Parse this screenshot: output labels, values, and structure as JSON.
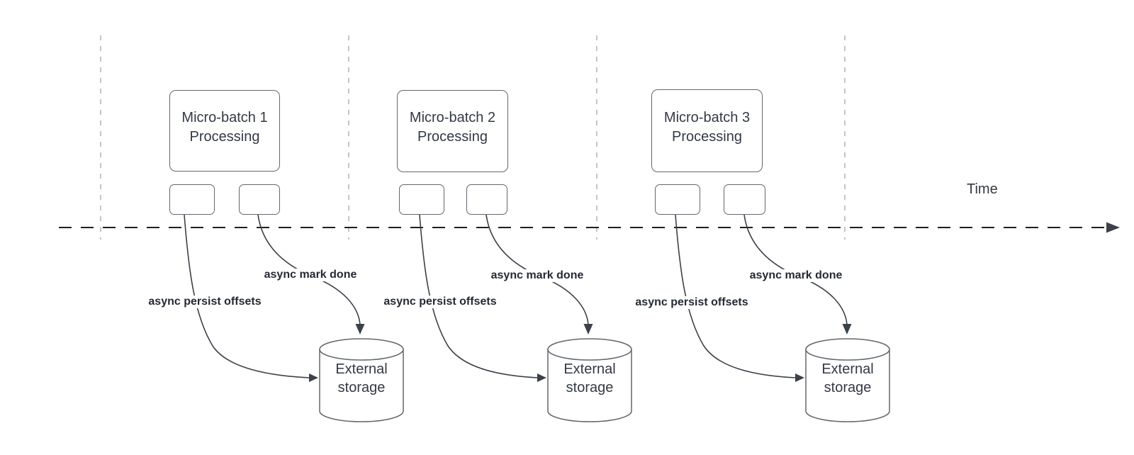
{
  "diagram": {
    "timeline_label": "Time",
    "groups": [
      {
        "batch_label": "Micro-batch 1",
        "processing_label": "Processing",
        "persist_label": "async persist offsets",
        "mark_done_label": "async mark done",
        "storage_line1": "External",
        "storage_line2": "storage"
      },
      {
        "batch_label": "Micro-batch 2",
        "processing_label": "Processing",
        "persist_label": "async persist offsets",
        "mark_done_label": "async mark done",
        "storage_line1": "External",
        "storage_line2": "storage"
      },
      {
        "batch_label": "Micro-batch 3",
        "processing_label": "Processing",
        "persist_label": "async persist offsets",
        "mark_done_label": "async mark done",
        "storage_line1": "External",
        "storage_line2": "storage"
      }
    ],
    "colors": {
      "curve": "#3b4149",
      "box_border": "#63676d",
      "timeline": "#1f1f1f",
      "gridline": "#b4b7ba",
      "label_text": "#242a33",
      "box_text": "#333a44",
      "background": "#ffffff"
    }
  }
}
